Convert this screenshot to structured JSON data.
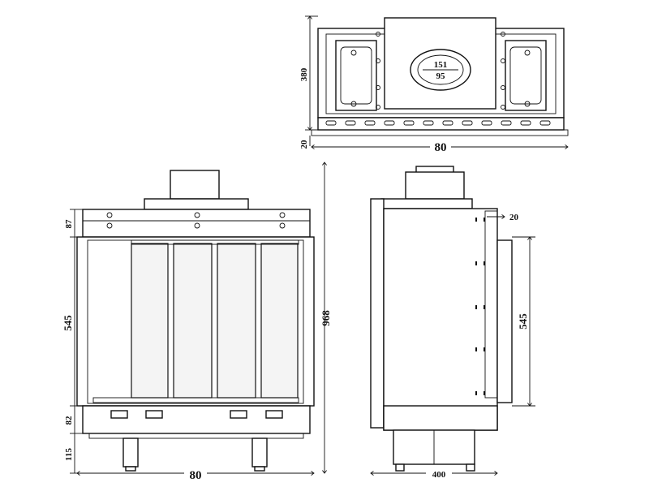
{
  "top_view": {
    "flue_label_top": "151",
    "flue_label_bottom": "95",
    "height_dim": "380",
    "base_dim": "20",
    "width_dim": "80"
  },
  "front_view": {
    "top_band_dim": "87",
    "opening_dim": "545",
    "lower_band_dim": "82",
    "legs_dim": "115",
    "width_dim": "80",
    "total_height_dim": "968"
  },
  "side_view": {
    "offset_dim": "20",
    "opening_dim": "545",
    "depth_dim": "400"
  }
}
